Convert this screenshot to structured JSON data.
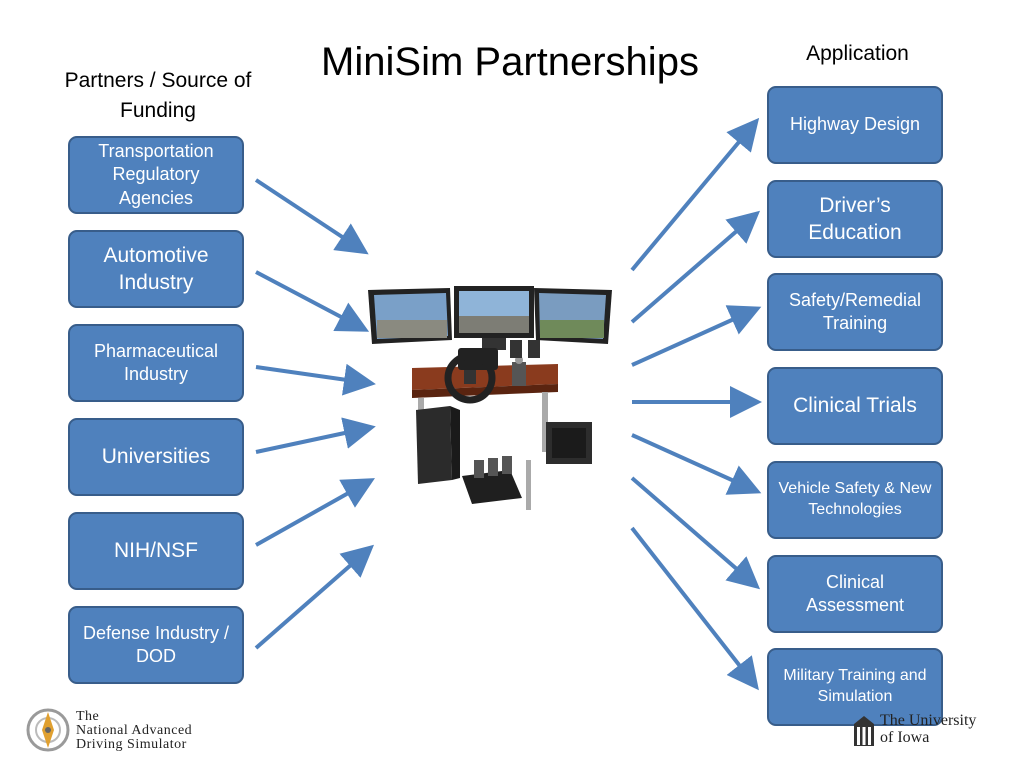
{
  "title": "MiniSim Partnerships",
  "left_heading": "Partners / Source of Funding",
  "right_heading": "Application",
  "partners": [
    "Transportation Regulatory Agencies",
    "Automotive Industry",
    "Pharmaceutical Industry",
    "Universities",
    "NIH/NSF",
    "Defense Industry / DOD"
  ],
  "applications": [
    "Highway Design",
    "Driver’s Education",
    "Safety/Remedial Training",
    "Clinical Trials",
    "Vehicle Safety & New Technologies",
    "Clinical Assessment",
    "Military Training and Simulation"
  ],
  "logos": {
    "nads_line1": "The",
    "nads_line2": "National Advanced",
    "nads_line3": "Driving Simulator",
    "uiowa_line1": "The University",
    "uiowa_line2": "of Iowa"
  },
  "colors": {
    "box_fill": "#4f81bd",
    "box_border": "#385d8a",
    "arrow": "#4f81bd"
  }
}
